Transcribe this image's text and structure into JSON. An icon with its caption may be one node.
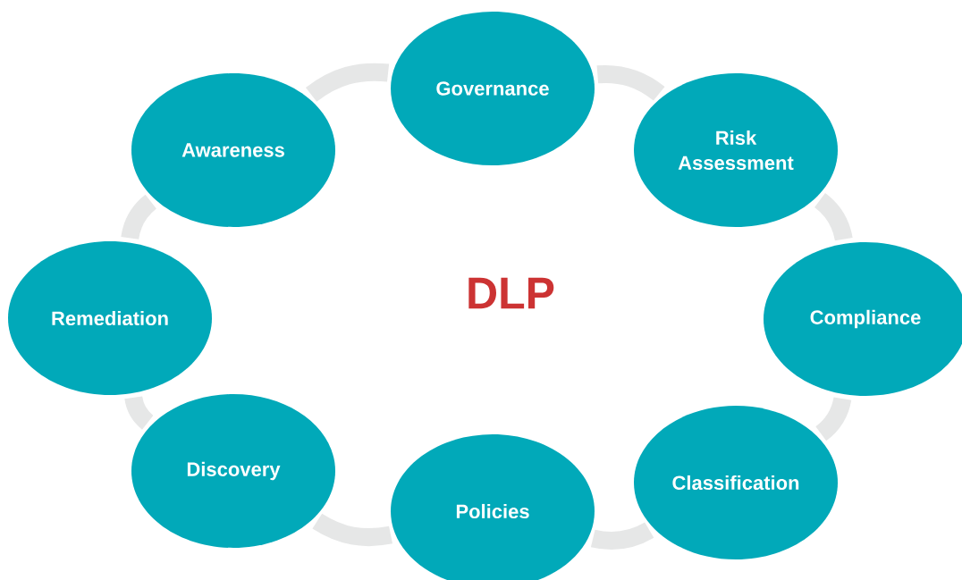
{
  "diagram": {
    "nodes": [
      {
        "text": [
          "Governance"
        ]
      },
      {
        "text": [
          "Risk Assessment"
        ]
      },
      {
        "text": [
          "Compliance"
        ]
      },
      {
        "text": [
          "Classification"
        ]
      },
      {
        "text": [
          "Policies"
        ]
      },
      {
        "text": [
          "Discovery"
        ]
      },
      {
        "text": [
          "Remediation"
        ]
      },
      {
        "text": [
          "Awareness"
        ]
      }
    ],
    "edges": [
      {
        "from": 0,
        "to": 1,
        "arrow": "none"
      },
      {
        "from": 1,
        "to": 2,
        "arrow": "none"
      },
      {
        "from": 2,
        "to": 3,
        "arrow": "none"
      },
      {
        "from": 3,
        "to": 4,
        "arrow": "none"
      },
      {
        "from": 4,
        "to": 5,
        "arrow": "none"
      },
      {
        "from": 5,
        "to": 6,
        "arrow": "none"
      },
      {
        "from": 6,
        "to": 7,
        "arrow": "none"
      },
      {
        "from": 7,
        "to": 0,
        "arrow": "none"
      }
    ],
    "labels": [
      "DLP"
    ]
  }
}
